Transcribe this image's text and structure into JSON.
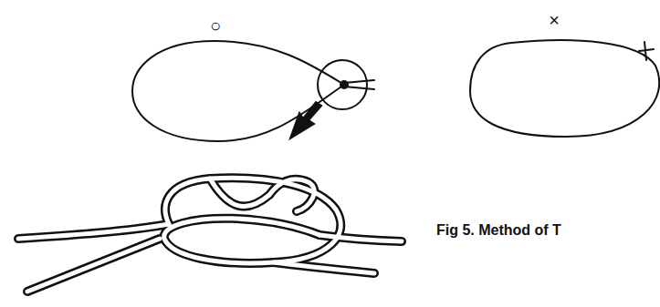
{
  "diagram": {
    "caption": "Fig 5. Method of T",
    "labels": [
      "○",
      "×"
    ]
  }
}
